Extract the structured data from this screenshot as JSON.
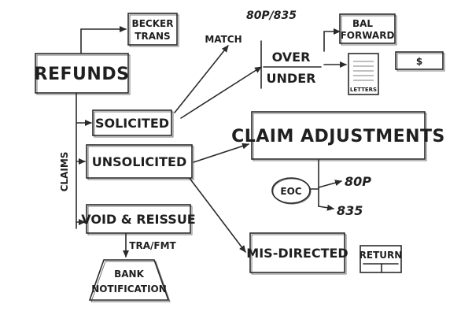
{
  "nodes": {
    "refunds": "REFUNDS",
    "becker_line1": "BECKER",
    "becker_line2": "TRANS",
    "match": "MATCH",
    "code_80p_835": "80P/835",
    "over": "OVER",
    "under": "UNDER",
    "bal_line1": "BAL",
    "bal_line2": "FORWARD",
    "letters": "LETTERS",
    "dollar": "$",
    "solicited": "SOLICITED",
    "unsolicited": "UNSOLICITED",
    "claims": "CLAIMS",
    "claim_adjustments": "CLAIM ADJUSTMENTS",
    "eoc": "EOC",
    "code_80p": "80P",
    "code_835": "835",
    "void_reissue": "VOID & REISSUE",
    "tra_fmt": "TRA/FMT",
    "bank_line1": "BANK",
    "bank_line2": "NOTIFICATION",
    "misdirected": "MIS-DIRECTED",
    "return": "RETURN"
  }
}
